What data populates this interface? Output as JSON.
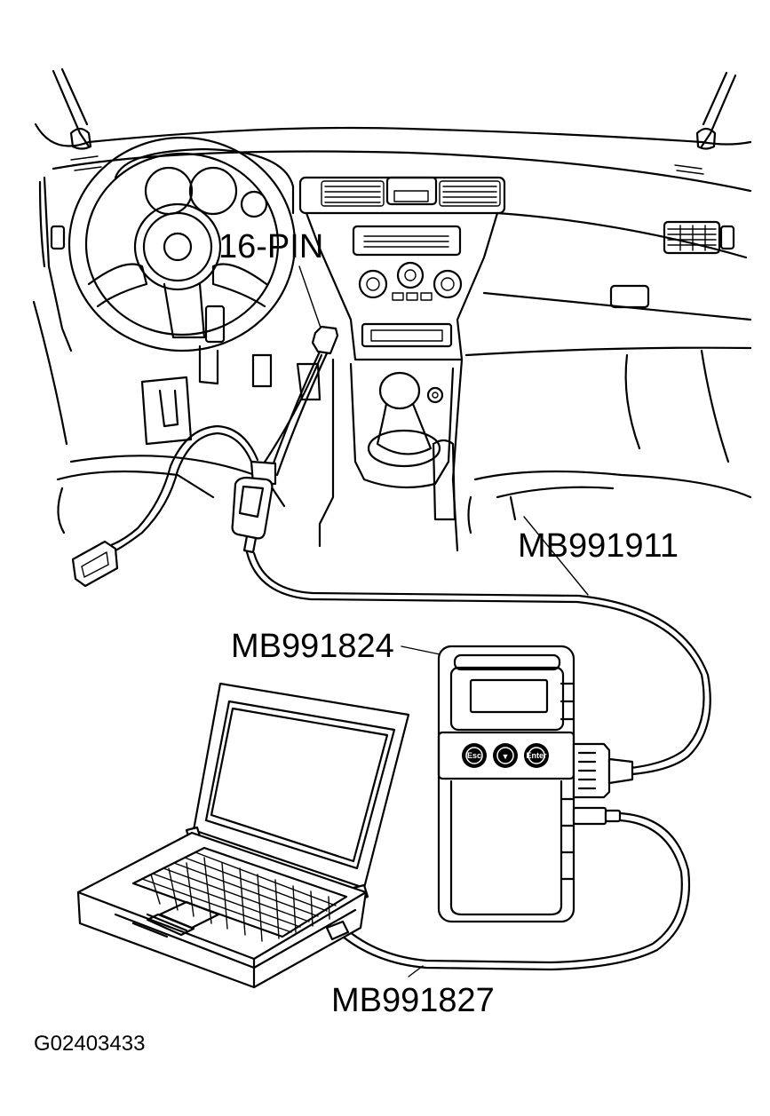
{
  "labels": {
    "connector": "16-PIN",
    "adapter_cable": "MB991911",
    "vci": "MB991824",
    "usb_cable": "MB991827",
    "figure_code": "G02403433"
  },
  "vci_buttons": {
    "esc": "Esc",
    "down": "▼",
    "enter": "Enter"
  }
}
